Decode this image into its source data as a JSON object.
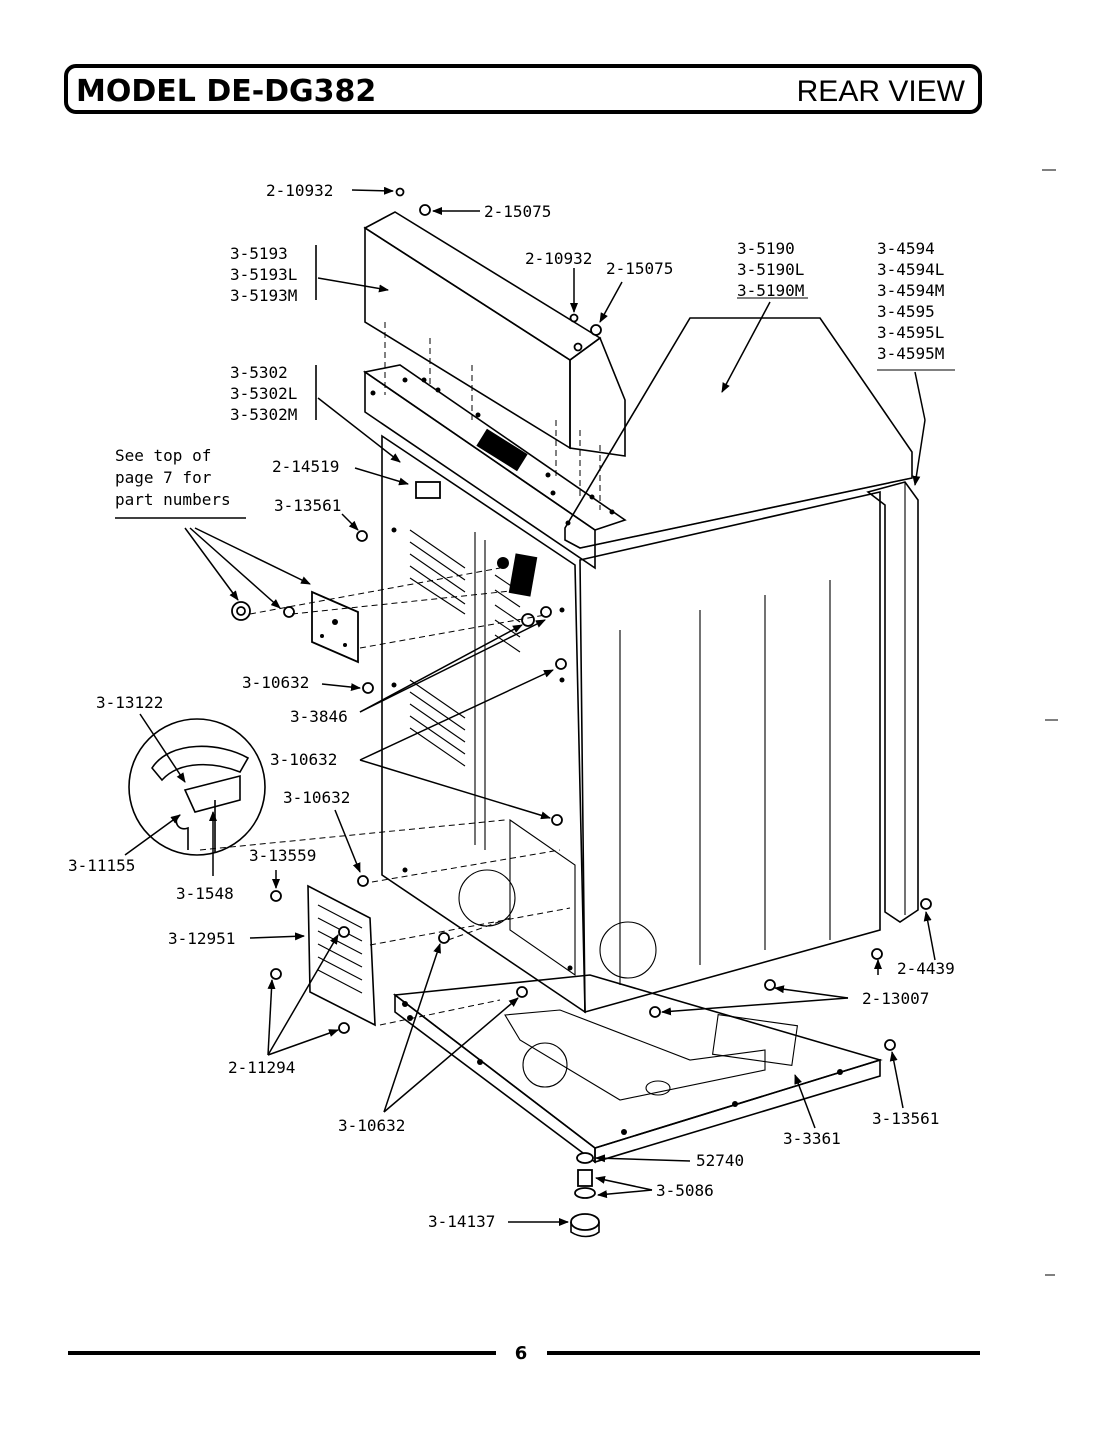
{
  "header": {
    "model": "MODEL DE-DG382",
    "view": "REAR VIEW"
  },
  "note": {
    "lines": [
      "See top of",
      "page 7 for",
      "part numbers"
    ]
  },
  "labels": {
    "l_2_10932_top": "2-10932",
    "l_2_15075_top": "2-15075",
    "l_3_5193": "3-5193",
    "l_3_5193L": "3-5193L",
    "l_3_5193M": "3-5193M",
    "l_2_10932_mid": "2-10932",
    "l_2_15075_mid": "2-15075",
    "l_3_5190": "3-5190",
    "l_3_5190L": "3-5190L",
    "l_3_5190M": "3-5190M",
    "l_3_4594": "3-4594",
    "l_3_4594L": "3-4594L",
    "l_3_4594M": "3-4594M",
    "l_3_4595": "3-4595",
    "l_3_4595L": "3-4595L",
    "l_3_4595M": "3-4595M",
    "l_3_5302": "3-5302",
    "l_3_5302L": "3-5302L",
    "l_3_5302M": "3-5302M",
    "l_2_14519": "2-14519",
    "l_3_13561_top": "3-13561",
    "l_3_10632_a": "3-10632",
    "l_3_3846": "3-3846",
    "l_3_10632_b": "3-10632",
    "l_3_10632_c": "3-10632",
    "l_3_13122": "3-13122",
    "l_3_11155": "3-11155",
    "l_3_1548": "3-1548",
    "l_3_13559": "3-13559",
    "l_3_12951": "3-12951",
    "l_2_11294": "2-11294",
    "l_3_10632_d": "3-10632",
    "l_2_4439": "2-4439",
    "l_2_13007": "2-13007",
    "l_3_13561_bot": "3-13561",
    "l_3_3361": "3-3361",
    "l_52740": "52740",
    "l_3_5086": "3-5086",
    "l_3_14137": "3-14137"
  },
  "footer": {
    "page_number": "6"
  }
}
